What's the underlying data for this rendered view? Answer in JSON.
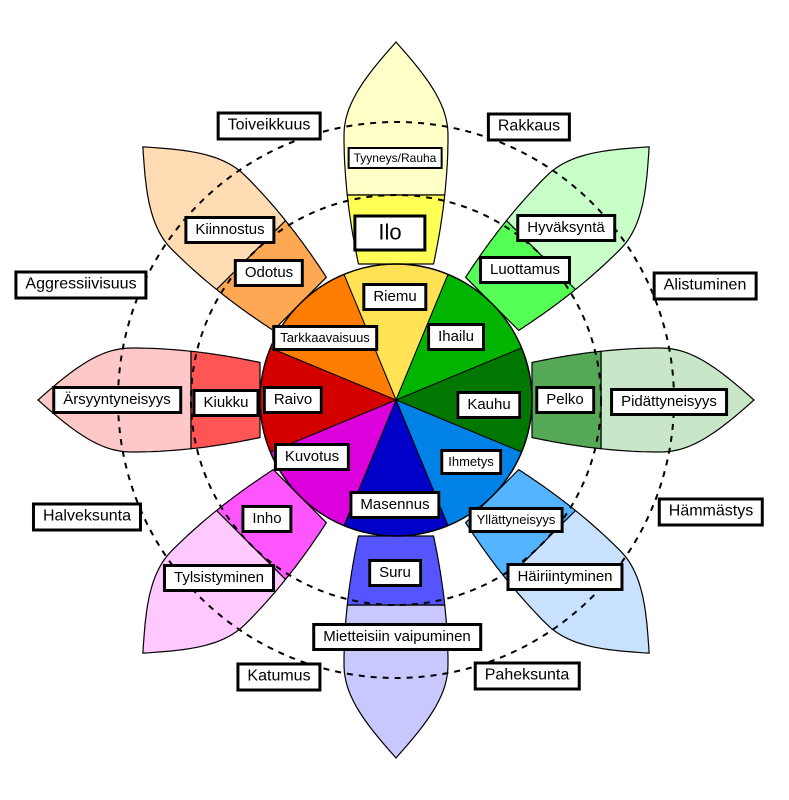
{
  "diagram": {
    "petals": [
      {
        "id": "joy",
        "colors": [
          "#ffffc8",
          "#ffff55",
          "#ffe354"
        ]
      },
      {
        "id": "trust",
        "colors": [
          "#c8ffc8",
          "#55ff55",
          "#00b400"
        ]
      },
      {
        "id": "fear",
        "colors": [
          "#c8e6c8",
          "#55a855",
          "#007800"
        ]
      },
      {
        "id": "surprise",
        "colors": [
          "#c8e1ff",
          "#55b4ff",
          "#0082e6"
        ]
      },
      {
        "id": "sadness",
        "colors": [
          "#c8c8ff",
          "#5555ff",
          "#0000c8"
        ]
      },
      {
        "id": "disgust",
        "colors": [
          "#ffc8ff",
          "#ff55ff",
          "#dc00dc"
        ]
      },
      {
        "id": "anger",
        "colors": [
          "#ffc8c8",
          "#ff5555",
          "#d40000"
        ]
      },
      {
        "id": "anticipation",
        "colors": [
          "#ffdcb4",
          "#ffa854",
          "#ff7d00"
        ]
      }
    ],
    "labels": {
      "tyyneys": "Tyyneys/Rauha",
      "ilo": "Ilo",
      "riemu": "Riemu",
      "hyvaksynta": "Hyväksyntä",
      "luottamus": "Luottamus",
      "ihailu": "Ihailu",
      "pidattyneisyys": "Pidättyneisyys",
      "pelko": "Pelko",
      "kauhu": "Kauhu",
      "hairiintyminen": "Häiriintyminen",
      "yllattyneisyys": "Yllättyneisyys",
      "ihmetys": "Ihmetys",
      "mietteisiin": "Mietteisiin vaipuminen",
      "suru": "Suru",
      "masennus": "Masennus",
      "tylsistyminen": "Tylsistyminen",
      "inho": "Inho",
      "kuvotus": "Kuvotus",
      "arsyyntyneisyys": "Ärsyyntyneisyys",
      "kiukku": "Kiukku",
      "raivo": "Raivo",
      "kiinnostus": "Kiinnostus",
      "odotus": "Odotus",
      "tarkkaavaisuus": "Tarkkaavaisuus",
      "toiveikkuus": "Toiveikkuus",
      "rakkaus": "Rakkaus",
      "alistuminen": "Alistuminen",
      "hammastys": "Hämmästys",
      "paheksunta": "Paheksunta",
      "katumus": "Katumus",
      "halveksunta": "Halveksunta",
      "aggressiivisuus": "Aggressiivisuus"
    }
  }
}
